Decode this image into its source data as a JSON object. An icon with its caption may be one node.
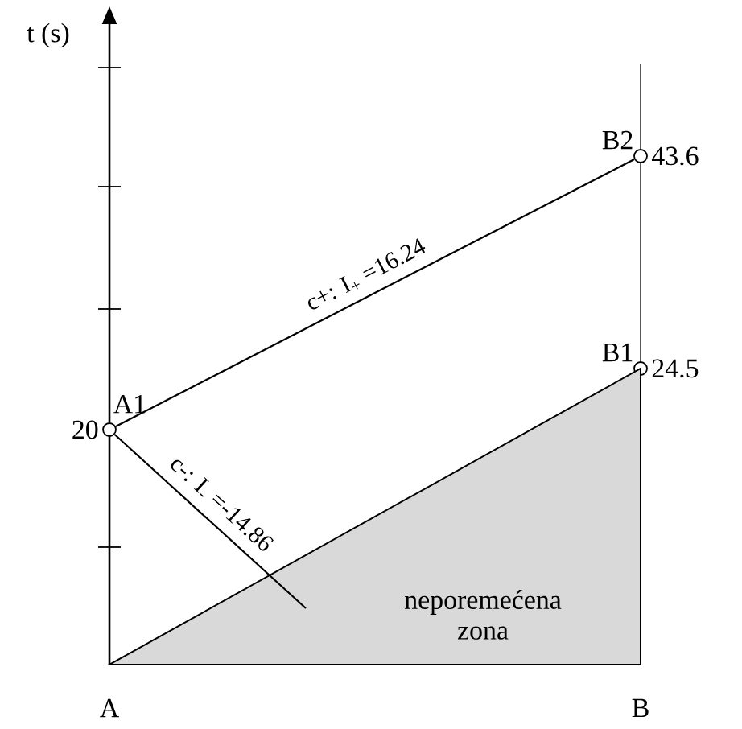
{
  "diagram": {
    "nodes": [
      {
        "text": [
          "A1"
        ],
        "beside": [
          "20"
        ]
      },
      {
        "text": [
          "B2"
        ],
        "beside": [
          "43.6"
        ]
      },
      {
        "text": [
          "B1"
        ],
        "beside": [
          "24.5"
        ]
      },
      {
        "text": [
          "neporemećena zona"
        ]
      }
    ],
    "edges": [
      {
        "from": 0,
        "to": 1,
        "arrow": "none",
        "label": "c+: I$_{+}$ =16.24"
      },
      {
        "from": 0,
        "to": null,
        "arrow": "none",
        "label": "c-: I$_{-}$ =-14.86"
      }
    ],
    "labels": [
      "t (s)",
      "A",
      "B"
    ]
  }
}
